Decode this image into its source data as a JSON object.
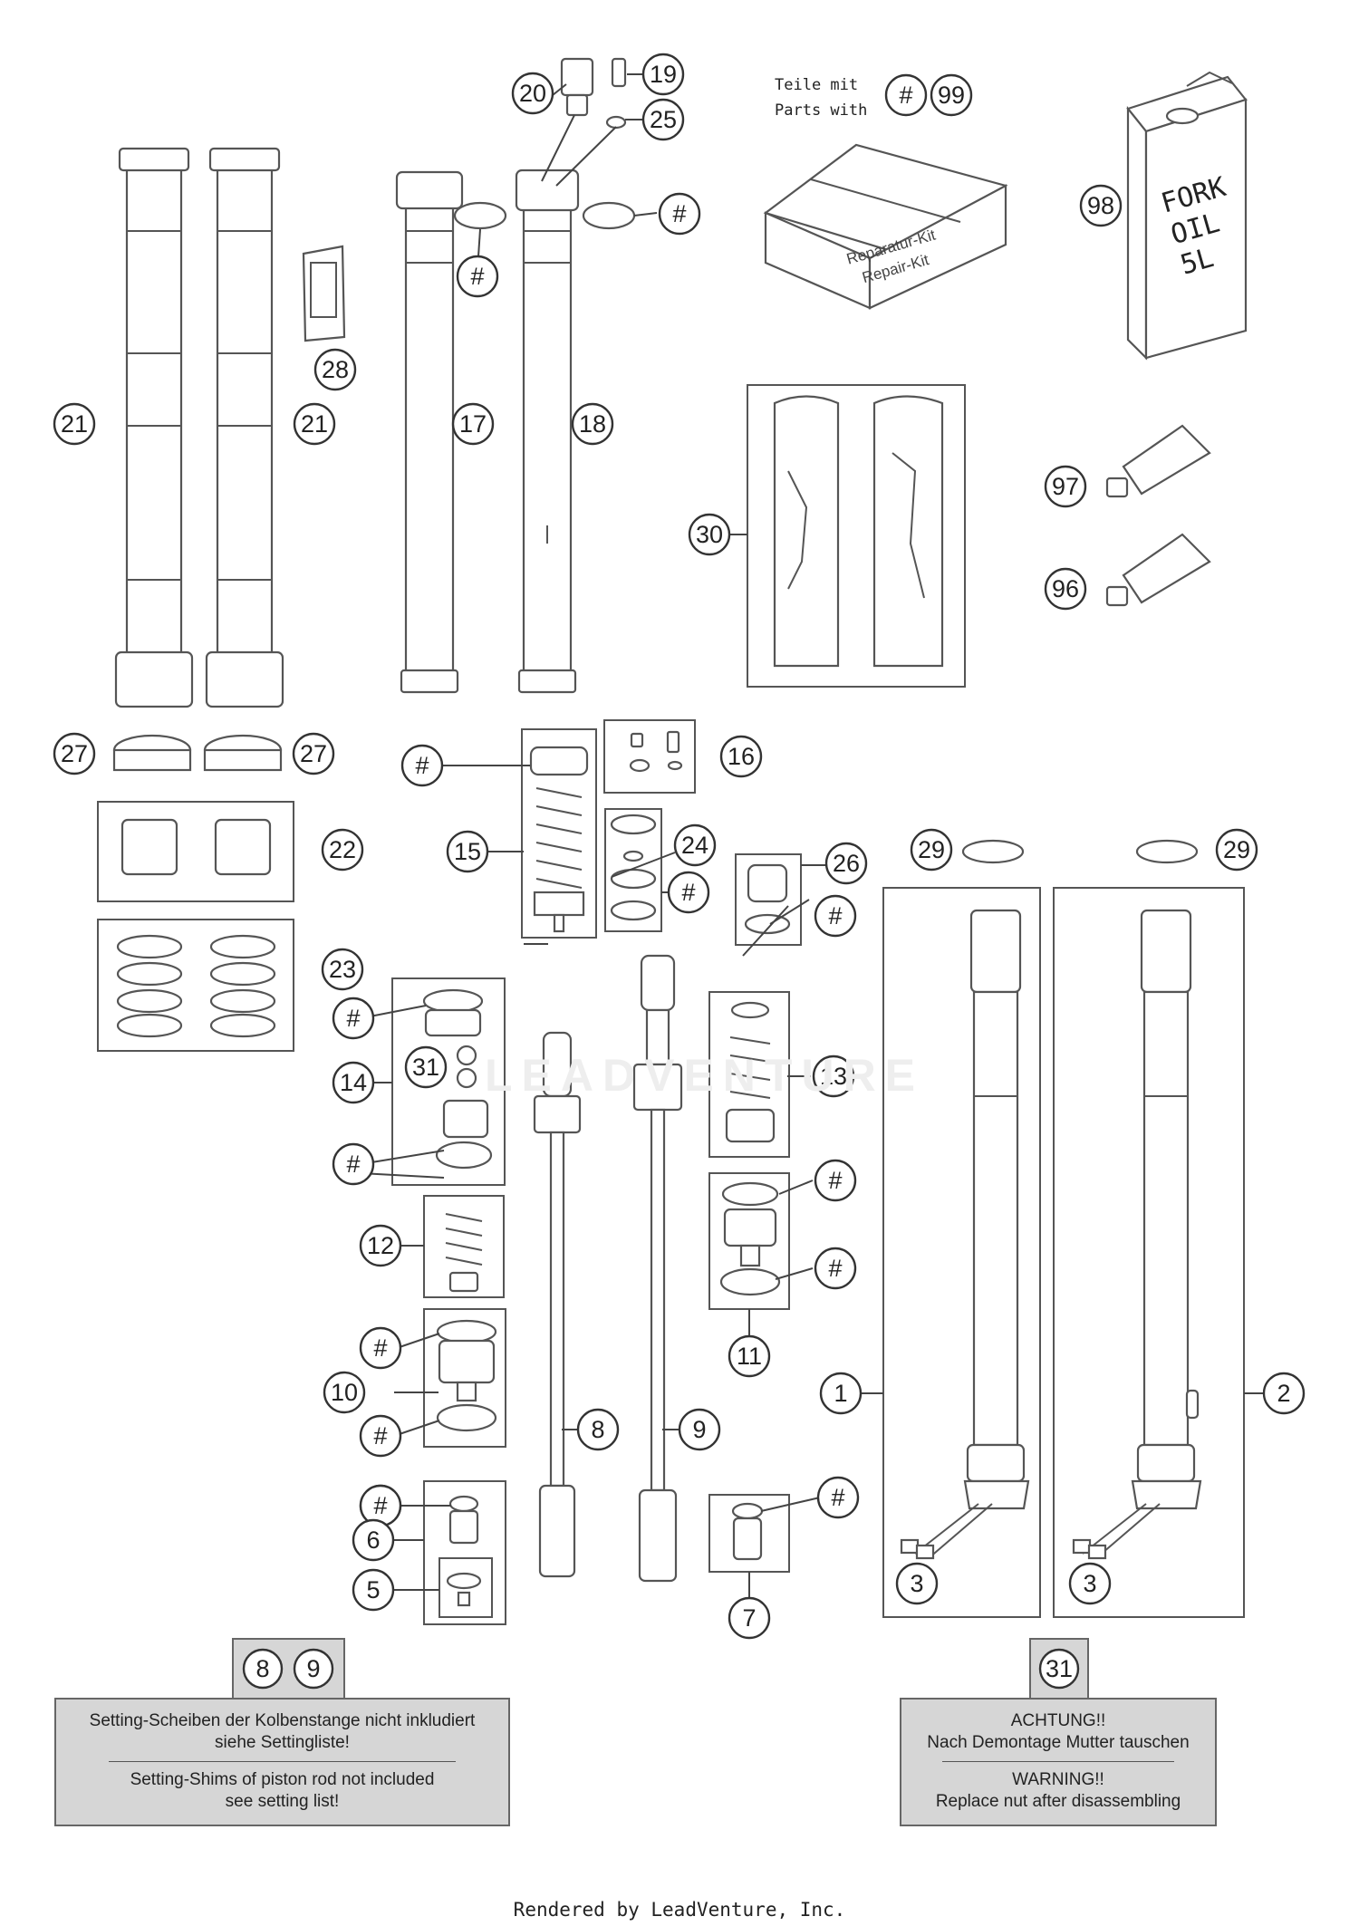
{
  "parts_with_label": [
    "Teile mit",
    "Parts with"
  ],
  "repair_kit_label": [
    "Reparatur-Kit",
    "Repair-Kit"
  ],
  "fork_oil_label": [
    "FORK",
    "OIL",
    "5L"
  ],
  "note_left": {
    "refs": [
      "8",
      "9"
    ],
    "de": [
      "Setting-Scheiben der Kolbenstange nicht inkludiert",
      "siehe Settingliste!"
    ],
    "en": [
      "Setting-Shims of piston rod not included",
      "see setting list!"
    ]
  },
  "note_right": {
    "refs": [
      "31"
    ],
    "de": [
      "ACHTUNG!!",
      "Nach Demontage Mutter tauschen"
    ],
    "en": [
      "WARNING!!",
      "Replace nut after disassembling"
    ]
  },
  "watermark": "LEADVENTURE",
  "footer": "Rendered by LeadVenture, Inc.",
  "callouts": [
    "20",
    "19",
    "25",
    "#",
    "99",
    "#",
    "98",
    "#",
    "28",
    "21",
    "21",
    "17",
    "18",
    "30",
    "97",
    "96",
    "27",
    "27",
    "#",
    "16",
    "22",
    "15",
    "24",
    "#",
    "26",
    "#",
    "29",
    "29",
    "23",
    "#",
    "31",
    "14",
    "13",
    "#",
    "#",
    "#",
    "12",
    "#",
    "11",
    "#",
    "10",
    "#",
    "1",
    "2",
    "8",
    "9",
    "#",
    "#",
    "6",
    "5",
    "7",
    "3",
    "3"
  ]
}
